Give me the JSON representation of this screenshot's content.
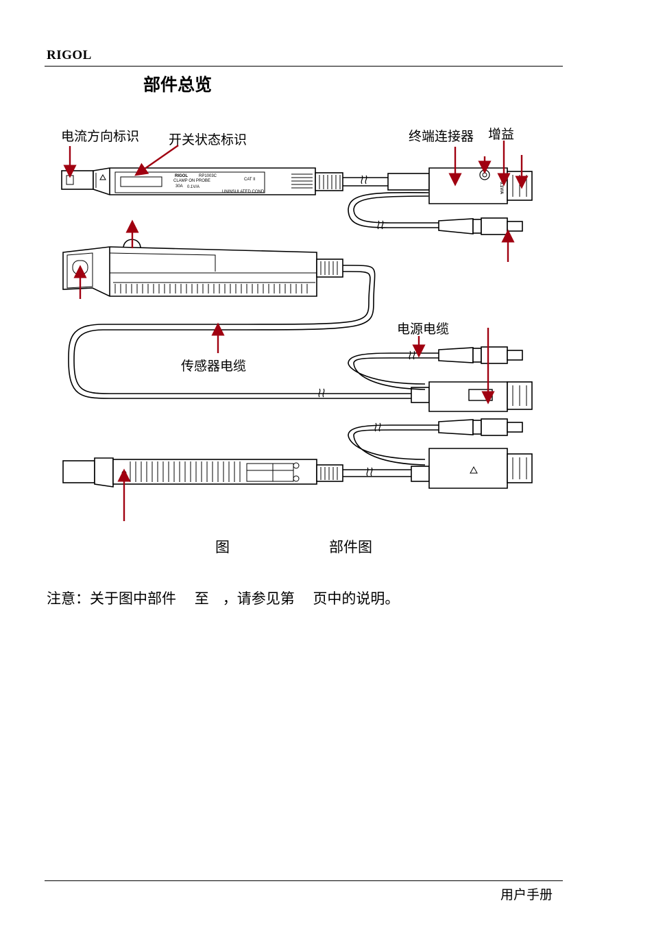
{
  "header": {
    "brand": "RIGOL"
  },
  "section": {
    "title": "部件总览"
  },
  "figure": {
    "labels": {
      "current_direction": "电流方向标识",
      "switch_status": "开关状态标识",
      "terminal_connector": "终端连接器",
      "gain": "增益",
      "power_cable": "电源电缆",
      "sensor_cable": "传感器电缆"
    },
    "probe_text": {
      "brand": "RIGOL",
      "model": "RP1003C",
      "clamp": "CLAMP ON PROBE",
      "current": "30A",
      "ratio": "0.1V/A",
      "uninsulated": "UNINSULATED COND.",
      "gain_mark": "0.1V/A",
      "cat": "CAT II"
    },
    "caption_prefix": "图",
    "caption_text": "部件图"
  },
  "note": "注意：关于图中部件    至   ，请参见第    页中的说明。",
  "footer": {
    "text": "用户手册"
  },
  "colors": {
    "arrow": "#a00010",
    "ink": "#000000"
  }
}
